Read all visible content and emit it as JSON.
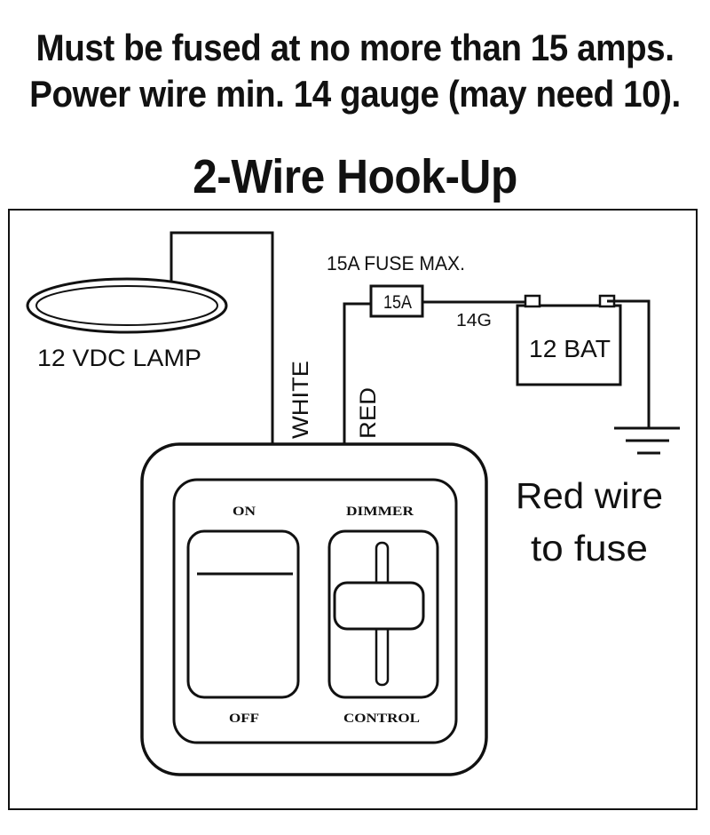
{
  "header": {
    "line1": "Must be fused at no more than 15 amps.",
    "line2": "Power wire min. 14 gauge (may need 10).",
    "title": "2-Wire Hook-Up"
  },
  "diagram": {
    "lamp_label": "12 VDC LAMP",
    "fuse_caption": "15A FUSE MAX.",
    "fuse_label": "15A",
    "gauge_label": "14G",
    "battery_label": "12 BAT",
    "white_wire_label": "WHITE",
    "red_wire_label": "RED",
    "note_line1": "Red wire",
    "note_line2": "to fuse",
    "switch": {
      "on_label": "ON",
      "off_label": "OFF",
      "dimmer_label": "DIMMER",
      "control_label": "CONTROL"
    }
  }
}
